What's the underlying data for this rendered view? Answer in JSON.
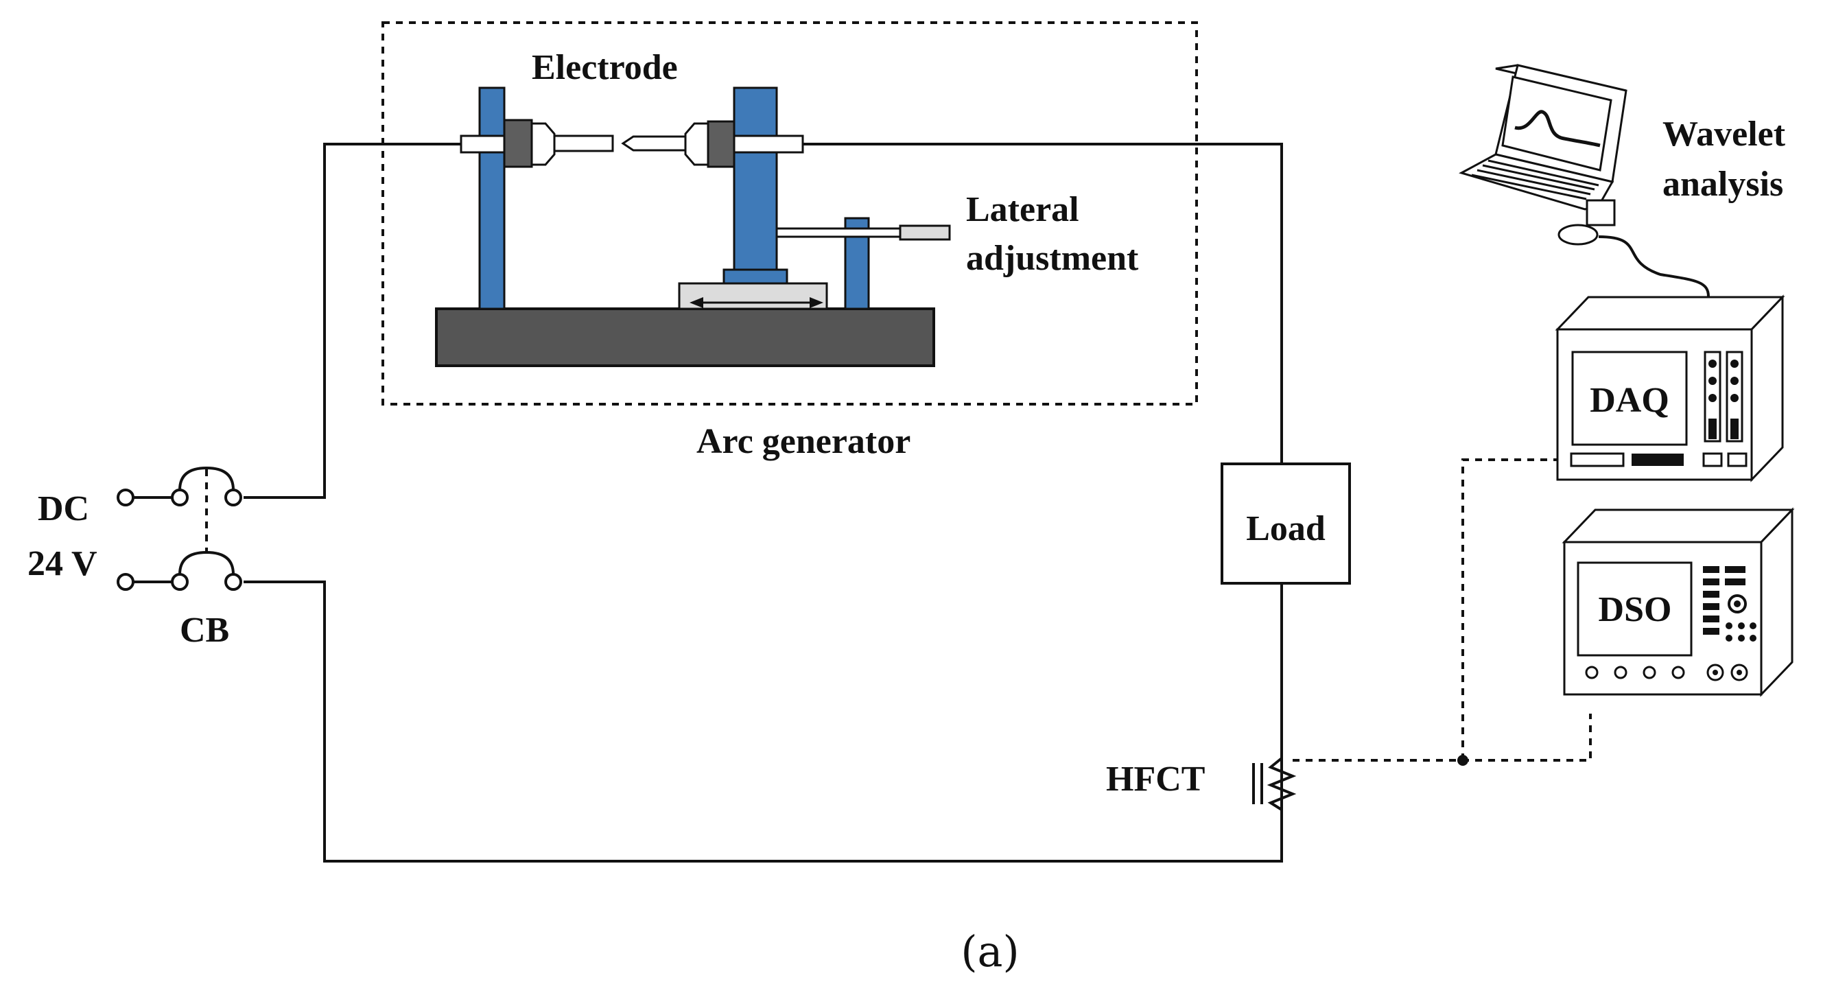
{
  "labels": {
    "electrode": "Electrode",
    "lateral_line1": "Lateral",
    "lateral_line2": "adjustment",
    "arc_generator": "Arc generator",
    "dc": "DC",
    "voltage": "24 V",
    "cb": "CB",
    "load": "Load",
    "hfct": "HFCT",
    "wavelet_line1": "Wavelet",
    "wavelet_line2": "analysis",
    "daq": "DAQ",
    "dso": "DSO",
    "caption": "(a)"
  },
  "colors": {
    "electrode_blue": "#3f7ab8",
    "base_dark": "#555555",
    "line": "#111111",
    "holder_gray": "#5e5e5e"
  }
}
